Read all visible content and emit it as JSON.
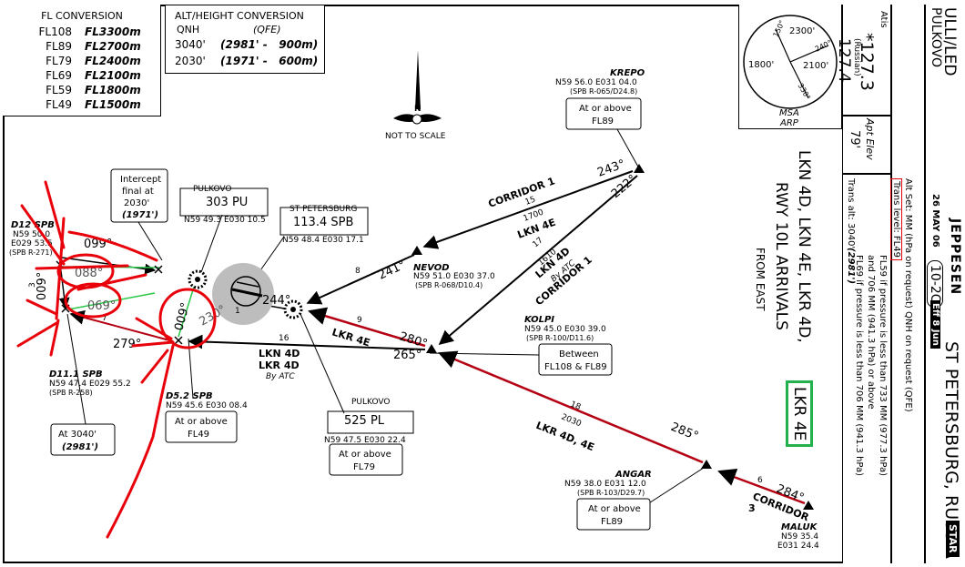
{
  "fl_conversion": {
    "title": "FL CONVERSION",
    "rows": [
      {
        "fl": "FL108",
        "m": "FL3300m"
      },
      {
        "fl": "FL89",
        "m": "FL2700m"
      },
      {
        "fl": "FL79",
        "m": "FL2400m"
      },
      {
        "fl": "FL69",
        "m": "FL2100m"
      },
      {
        "fl": "FL59",
        "m": "FL1800m"
      },
      {
        "fl": "FL49",
        "m": "FL1500m"
      }
    ]
  },
  "alt_conversion": {
    "title": "ALT/HEIGHT CONVERSION",
    "qnh": "QNH",
    "qfe": "(QFE)",
    "rows": [
      {
        "qnh": "3040'",
        "qfe": "(2981' -   900m)"
      },
      {
        "qnh": "2030'",
        "qfe": "(1971' -   600m)"
      }
    ]
  },
  "compass": {
    "label": "NOT TO SCALE"
  },
  "msa": {
    "label1": "MSA",
    "label2": "ARP",
    "sectors": [
      "2300'",
      "1800'",
      "2100'"
    ],
    "bearings": [
      "150°",
      "240°",
      "330°"
    ]
  },
  "header": {
    "airport": "ULLI/LED",
    "city": "PULKOVO",
    "location": "ST PETERSBURG, RUSSIA",
    "type_badge": "STAR",
    "jeppesen": "JEPPESEN",
    "date": "26 MAY 06",
    "chart_no": "10-2C",
    "eff": "Eff 8 Jun",
    "atis_label": "Atis",
    "atis_freq": "*127.3",
    "atis_russian": "(Russian)",
    "atis_freq2": "127.4",
    "apt_elev_label": "Apt Elev",
    "apt_elev": "79'"
  },
  "notes": {
    "alt_set": "Alt Set: MM (hPa on request)    QNH on request    (QFE)",
    "trans_level": "Trans level: FL49",
    "fl59": "FL59 if pressure is less than 733 MM (977.3 hPa)",
    "fl59b": "and 706 MM (941.3 hPa) or above",
    "fl69": "FL69 if pressure is less than 706 MM (941.3 hPa)",
    "trans_alt": "Trans alt: 3040'",
    "trans_alt_qfe": "(2981')"
  },
  "title": {
    "line1": "LKN 4D, LKN 4E, LKR 4D,",
    "highlight": "LKR 4E",
    "line2": "RWY 10L ARRIVALS",
    "line3": "FROM EAST"
  },
  "fixes": {
    "krepo": {
      "name": "KREPO",
      "coord": "N59 56.0 E031 04.0",
      "ref": "(SPB R-065/D24.8)",
      "restr1": "At or above",
      "restr2": "FL89"
    },
    "nevod": {
      "name": "NEVOD",
      "coord": "N59 51.0 E030 37.0",
      "ref": "(SPB R-068/D10.4)"
    },
    "kolpi": {
      "name": "KOLPI",
      "coord": "N59 45.0 E030 39.0",
      "ref": "(SPB R-100/D11.6)",
      "restr1": "Between",
      "restr2": "FL108 & FL89"
    },
    "angar": {
      "name": "ANGAR",
      "coord": "N59 38.0 E031 12.0",
      "ref": "(SPB R-103/D29.7)",
      "restr1": "At or above",
      "restr2": "FL89"
    },
    "maluk": {
      "name": "MALUK",
      "coord1": "N59 35.4",
      "coord2": "E031 24.4"
    },
    "d12": {
      "name": "D12 SPB",
      "coord1": "N59 50.0",
      "coord2": "E029 53.5",
      "ref": "(SPB R-271)"
    },
    "d11": {
      "name": "D11.1 SPB",
      "coord": "N59 47.4 E029 55.2",
      "ref": "(SPB R-258)",
      "restr1": "At 3040'",
      "restr2": "(2981')"
    },
    "d52": {
      "name": "D5.2 SPB",
      "coord": "N59 45.6 E030 08.4",
      "restr1": "At or above",
      "restr2": "FL49"
    }
  },
  "navaids": {
    "pu": {
      "name": "PULKOVO",
      "freq": "303 PU",
      "coord": "N59 49.3 E030 10.5"
    },
    "spb": {
      "name": "ST PETERSBURG",
      "freq": "113.4 SPB",
      "coord": "N59 48.4 E030 17.1"
    },
    "pl": {
      "name": "PULKOVO",
      "freq": "525 PL",
      "coord": "N59 47.5 E030 22.4",
      "restr1": "At or above",
      "restr2": "FL79"
    }
  },
  "intercept": {
    "l1": "Intercept",
    "l2": "final at",
    "l3": "2030'",
    "l4": "(1971')"
  },
  "routes": {
    "corridor1_a": "CORRIDOR 1",
    "corridor1_b": "CORRIDOR 1",
    "corridor3": "CORRIDOR",
    "corridor3_num": "3",
    "lkn4e": "LKN 4E",
    "lkn4d": "LKN 4D",
    "by_atc": "By ATC",
    "lkr4e": "LKR 4E",
    "lkn4d_b": "LKN 4D",
    "lkr4d_b": "LKR 4D",
    "by_atc2": "By ATC",
    "lkr4d4e": "LKR 4D, 4E",
    "brg_243": "243°",
    "brg_222": "222°",
    "brg_241": "241°",
    "brg_244": "244°",
    "brg_280": "280°",
    "brg_265": "265°",
    "brg_285": "285°",
    "brg_284": "284°",
    "brg_279": "279°",
    "brg_099": "099°",
    "brg_088": "088°",
    "brg_069": "069°",
    "brg_009": "009°",
    "brg_009b": "009°",
    "brg_230": "230°",
    "d15": "15",
    "d1700": "1700",
    "d17": "17",
    "d1610": "1610",
    "d8": "8",
    "d9": "9",
    "d16": "16",
    "d18": "18",
    "d2030": "2030",
    "d6": "6",
    "d3": "3",
    "d7": "7",
    "d1": "1"
  },
  "colors": {
    "annotation": "#e8000a",
    "route_red": "#b40012",
    "highlight": "#22b14c",
    "green_line": "#28c848"
  }
}
